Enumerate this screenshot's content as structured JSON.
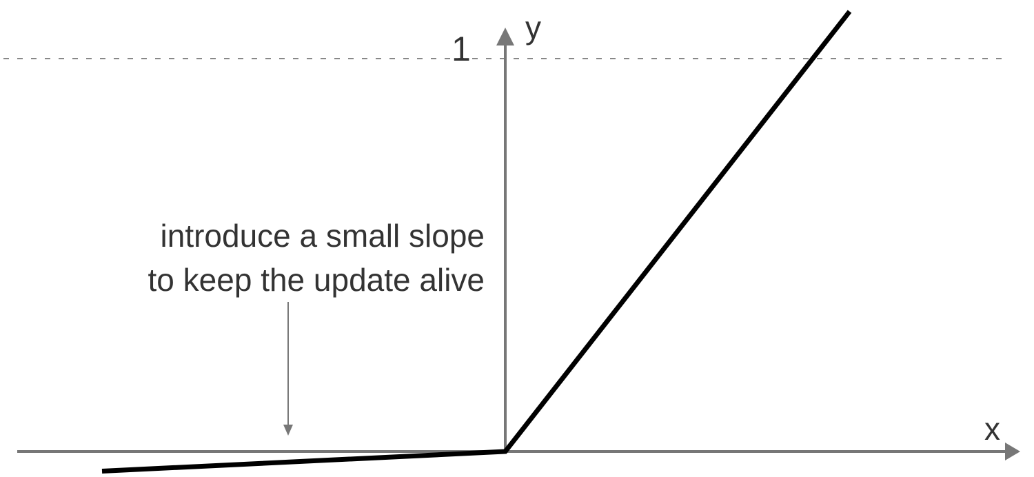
{
  "chart_data": {
    "type": "line",
    "xlabel": "x",
    "ylabel": "y",
    "dashed_reference": {
      "y": 1,
      "label": "1"
    },
    "annotation": {
      "lines": [
        "introduce a small slope",
        "to keep the update alive"
      ],
      "points_to": "negative-slope segment"
    },
    "series": [
      {
        "x": [
          -1.3,
          0,
          1.11
        ],
        "y": [
          -0.05,
          0,
          1.12
        ]
      }
    ],
    "colors": {
      "axis": "#777777",
      "curve": "#000000",
      "text": "#333333",
      "grid": "#888888"
    },
    "grid": false
  }
}
